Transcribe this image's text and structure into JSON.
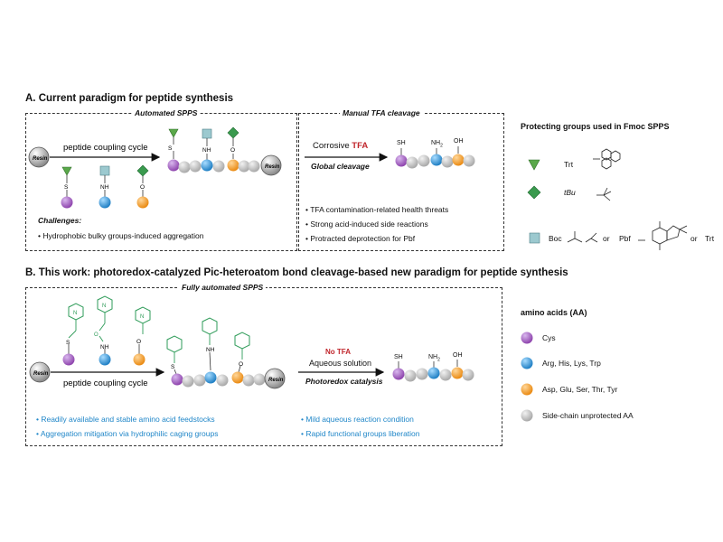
{
  "sectionA": {
    "title": "A. Current paradigm for peptide synthesis",
    "auto_label": "Automated SPPS",
    "manual_label": "Manual TFA cleavage",
    "resin": "Resin",
    "coupling": "peptide coupling cycle",
    "nh": "NH",
    "s": "S",
    "o": "O",
    "challenges_title": "Challenges:",
    "challenges": [
      "Hydrophobic bulky groups-induced aggregation"
    ],
    "corrosive": "Corrosive",
    "tfa": "TFA",
    "global_cleavage": "Global cleavage",
    "sh": "SH",
    "nh2": "NH",
    "nh2_sub": "2",
    "oh": "OH",
    "manual_points": [
      "TFA contamination-related health threats",
      "Strong acid-induced side reactions",
      "Protracted deprotection for Pbf"
    ]
  },
  "protecting": {
    "title": "Protecting groups used in Fmoc SPPS",
    "trt": "Trt",
    "tbu": "tBu",
    "boc": "Boc",
    "or": "or",
    "pbf": "Pbf",
    "trt2": "Trt"
  },
  "sectionB": {
    "title": "B. This work: photoredox-catalyzed Pic-heteroatom bond cleavage-based new paradigm for peptide synthesis",
    "auto_label": "Fully automated SPPS",
    "resin": "Resin",
    "coupling": "peptide coupling cycle",
    "n": "N",
    "s": "S",
    "o": "O",
    "nh": "NH",
    "no_tfa": "No TFA",
    "aqueous": "Aqueous solution",
    "photoredox": "Photoredox catalysis",
    "sh": "SH",
    "nh2": "NH",
    "nh2_sub": "2",
    "oh": "OH",
    "bullets_left": [
      "Readily available and stable amino acid feedstocks",
      "Aggregation mitigation via hydrophilic caging groups"
    ],
    "bullets_right": [
      "Mild aqueous reaction condition",
      "Rapid functional groups liberation"
    ]
  },
  "legend": {
    "title": "amino acids (AA)",
    "items": [
      {
        "label": "Cys",
        "color": "#9b59b6"
      },
      {
        "label": "Arg, His, Lys, Trp",
        "color": "#2e9ad8"
      },
      {
        "label": "Asp, Glu, Ser, Thr, Tyr",
        "color": "#f39c2b"
      },
      {
        "label": "Side-chain unprotected AA",
        "color": "#c8c8c8"
      }
    ]
  },
  "colors": {
    "green": "#2e9b58",
    "tri_green": "#5aa84a",
    "cyan_square": "#9cc9cf",
    "blue_text": "#1f86c8",
    "red": "#c0262c"
  }
}
